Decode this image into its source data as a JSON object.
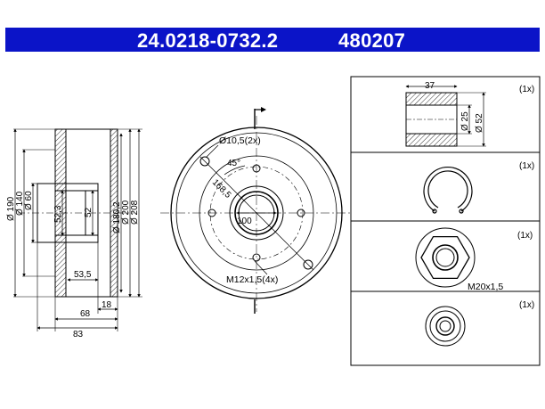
{
  "header": {
    "part_number": "24.0218-0732.2",
    "alt_number": "480207",
    "background_color": "#0b14c8"
  },
  "side_view": {
    "dims_vertical": [
      "Ø 190",
      "Ø 140",
      "Ø 60",
      "52,3",
      "52",
      "Ø 180,2",
      "Ø 200",
      "Ø 208"
    ],
    "dims_horizontal": [
      "53,5",
      "18",
      "68",
      "83"
    ]
  },
  "front_view": {
    "labels": [
      "Ø10,5(2x)",
      "45°",
      "168,5",
      "100",
      "M12x1,5(4x)"
    ]
  },
  "accessories": [
    {
      "qty": "(1x)",
      "item": "bearing",
      "labels": [
        "37",
        "Ø 25",
        "Ø 52"
      ]
    },
    {
      "qty": "(1x)",
      "item": "circlip",
      "labels": []
    },
    {
      "qty": "(1x)",
      "item": "nut",
      "labels": [
        "M20x1,5"
      ]
    },
    {
      "qty": "(1x)",
      "item": "cap",
      "labels": []
    }
  ]
}
